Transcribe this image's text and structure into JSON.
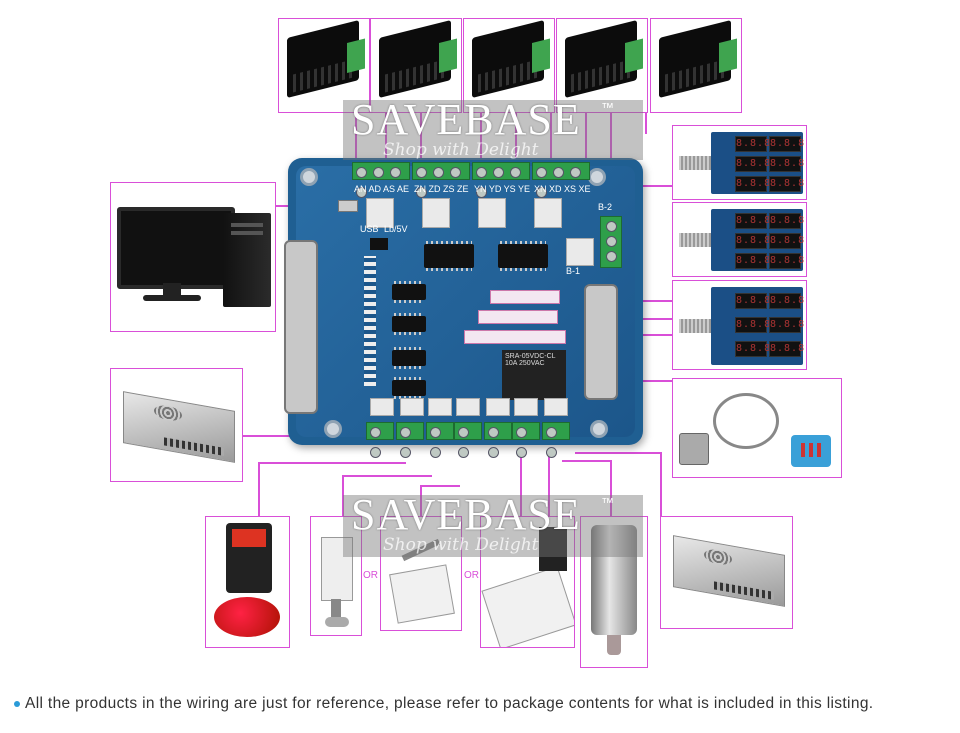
{
  "watermark": {
    "brand": "SAVEBASE",
    "trademark": "™",
    "tagline": "Shop with Delight"
  },
  "board": {
    "axis_labels": [
      "AN AD AS AE",
      "ZN ZD ZS ZE",
      "YN YD YS YE",
      "XN XD XS XE"
    ],
    "port_labels": [
      "B-2",
      "B-1",
      "USB",
      "Lb/5V"
    ]
  },
  "separator_left": "OR",
  "separator_right": "OR",
  "footer": {
    "note": "All the products in the wiring are just for reference, please refer to package contents for what is included in this listing."
  },
  "colors": {
    "frame_border": "#d94fd8",
    "board_blue": "#1f5f92",
    "terminal_green": "#2e9f4a",
    "bullet": "#2a9bd8"
  }
}
